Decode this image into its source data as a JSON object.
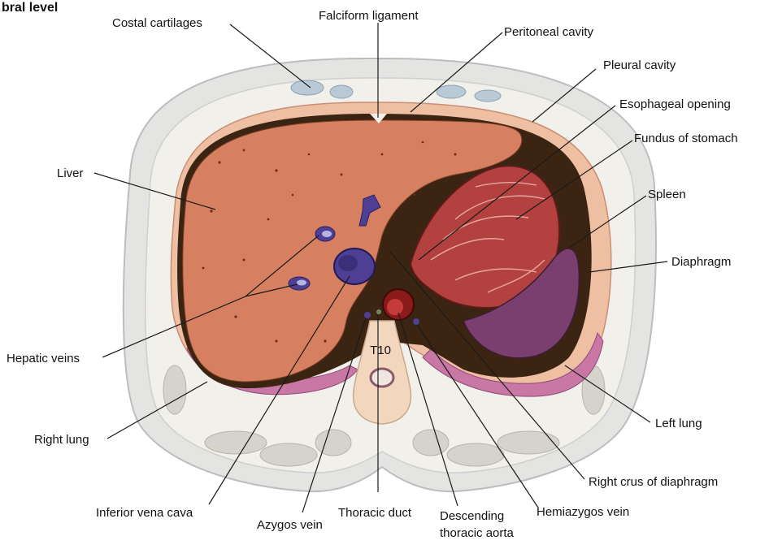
{
  "header": {
    "title_fragment": "bral level"
  },
  "vertebra_label": "T10",
  "labels": {
    "costal_cartilages": "Costal cartilages",
    "falciform_ligament": "Falciform ligament",
    "peritoneal_cavity": "Peritoneal cavity",
    "pleural_cavity": "Pleural cavity",
    "esophageal_opening": "Esophageal opening",
    "fundus_of_stomach": "Fundus of stomach",
    "spleen": "Spleen",
    "diaphragm": "Diaphragm",
    "liver": "Liver",
    "hepatic_veins": "Hepatic veins",
    "right_lung": "Right lung",
    "left_lung": "Left lung",
    "right_crus": "Right crus of diaphragm",
    "inferior_vena_cava": "Inferior vena cava",
    "azygos_vein": "Azygos vein",
    "thoracic_duct": "Thoracic duct",
    "descending_aorta_line1": "Descending",
    "descending_aorta_line2": "thoracic aorta",
    "hemiazygos_vein": "Hemiazygos vein"
  },
  "colors": {
    "skin": "#e6e6e6",
    "fat": "#f1efe8",
    "liver": "#d77f61",
    "liver_edge": "#3b2412",
    "stomach": "#b3413f",
    "spleen": "#7a3f6e",
    "lung": "#c978a6",
    "vein": "#4e3f94",
    "aorta": "#8b1a1a",
    "bone": "#f2d6be"
  }
}
